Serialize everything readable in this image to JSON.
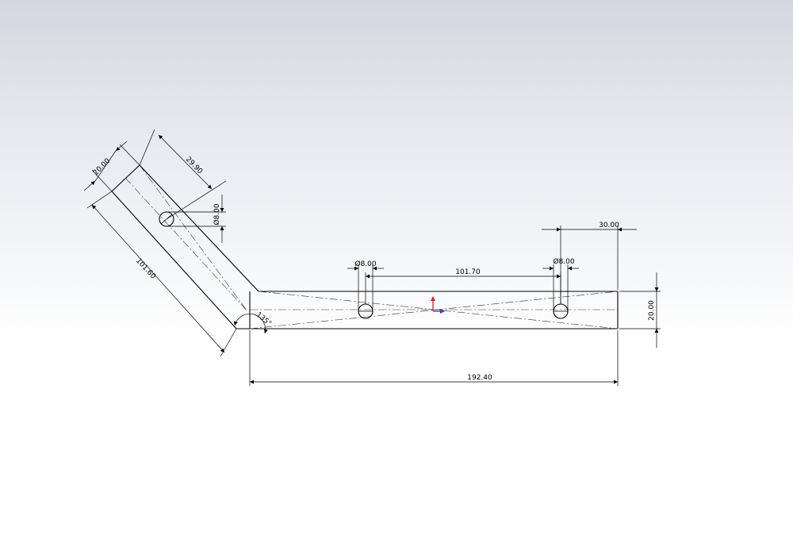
{
  "colors": {
    "origin_y_arrow": "#e0201c",
    "origin_x_arrow": "#3a3ad0"
  },
  "dimensions": {
    "total_length": "192.40",
    "hole_spacing": "101.70",
    "hole_left_dia": "Ø8.00",
    "hole_right_dia": "Ø8.00",
    "right_hole_offset": "30.00",
    "bar_height": "20.00",
    "angled_width": "20.00",
    "angled_hole_offset": "29.90",
    "angled_hole_dia": "Ø8.00",
    "angled_length": "101.60",
    "bend_angle": "135°"
  }
}
